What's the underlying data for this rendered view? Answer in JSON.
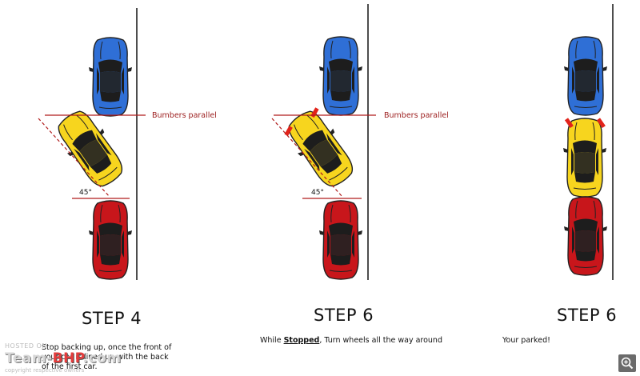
{
  "steps": [
    {
      "title": "STEP 4",
      "caption_text": "Stop backing up, once the front of your car is lined up with the back of the first car.",
      "label": "Bumbers parallel",
      "angle_label": "45°"
    },
    {
      "title": "STEP 6",
      "caption_pre": "While ",
      "caption_bold": "Stopped",
      "caption_post": ", Turn wheels all the way around",
      "label": "Bumbers parallel",
      "angle_label": "45°"
    },
    {
      "title": "STEP 6",
      "caption_text": "Your parked!"
    }
  ],
  "watermark": {
    "hosted": "HOSTED ON :",
    "logo_a": "Team-",
    "logo_b": "BHP",
    "logo_c": ".com",
    "copyright": "copyright respective owners"
  },
  "colors": {
    "blue_car": "#2f6fd6",
    "yellow_car": "#f7d51e",
    "red_car": "#c8161b",
    "guide_line": "#b01c1c",
    "curb": "#222222"
  },
  "icons": {
    "zoom": "magnifier-plus-icon"
  }
}
